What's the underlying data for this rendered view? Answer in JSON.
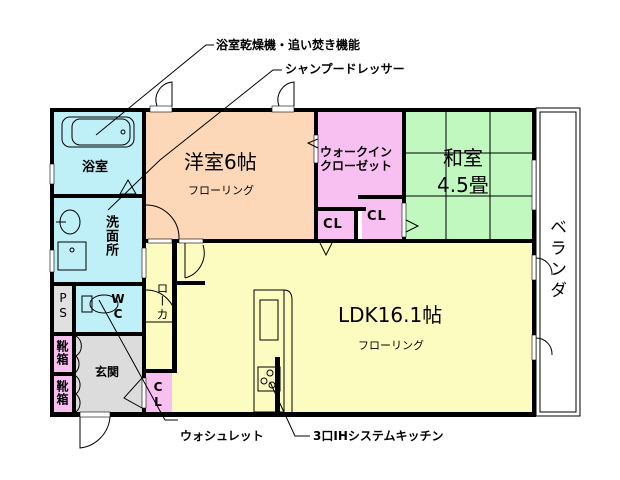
{
  "callouts": {
    "bath_features": "浴室乾燥機・追い焚き機能",
    "shampoo_dresser": "シャンプードレッサー",
    "washlet": "ウォシュレット",
    "kitchen": "3口IHシステムキッチン"
  },
  "rooms": {
    "bathroom": {
      "label": "浴室",
      "color": "#bff0f8"
    },
    "washroom": {
      "label": "洗面所",
      "color": "#bff0f8"
    },
    "western_room": {
      "label": "洋室6帖",
      "sub": "フローリング",
      "color": "#fcd8b8"
    },
    "walk_in_closet": {
      "label_line1": "ウォークイン",
      "label_line2": "クローゼット",
      "color": "#f8c0f0"
    },
    "closet_a": {
      "label": "CL",
      "color": "#f8c0f0"
    },
    "closet_b": {
      "label": "CL",
      "color": "#f8c0f0"
    },
    "closet_c": {
      "label": "CL",
      "color": "#f8c0f0"
    },
    "japanese_room": {
      "label": "和室",
      "size": "4.5畳",
      "color": "#c0f8c0"
    },
    "ldk": {
      "label": "LDK16.1帖",
      "sub": "フローリング",
      "color": "#fcfcc0"
    },
    "corridor": {
      "label": "ローカ",
      "color": "#fcfcc0"
    },
    "toilet": {
      "label": "WC",
      "color": "#bff0f8"
    },
    "pipe_space": {
      "label": "PS",
      "color": "#e0e0e0"
    },
    "shoe_box_1": {
      "label": "靴箱",
      "color": "#f8c0f0"
    },
    "shoe_box_2": {
      "label": "靴箱",
      "color": "#f8c0f0"
    },
    "entrance": {
      "label": "玄関",
      "color": "#dcdcdc"
    },
    "balcony": {
      "label": "ベランダ",
      "color": "#ffffff"
    }
  },
  "colors": {
    "wall": "#000000",
    "line": "#000000"
  }
}
